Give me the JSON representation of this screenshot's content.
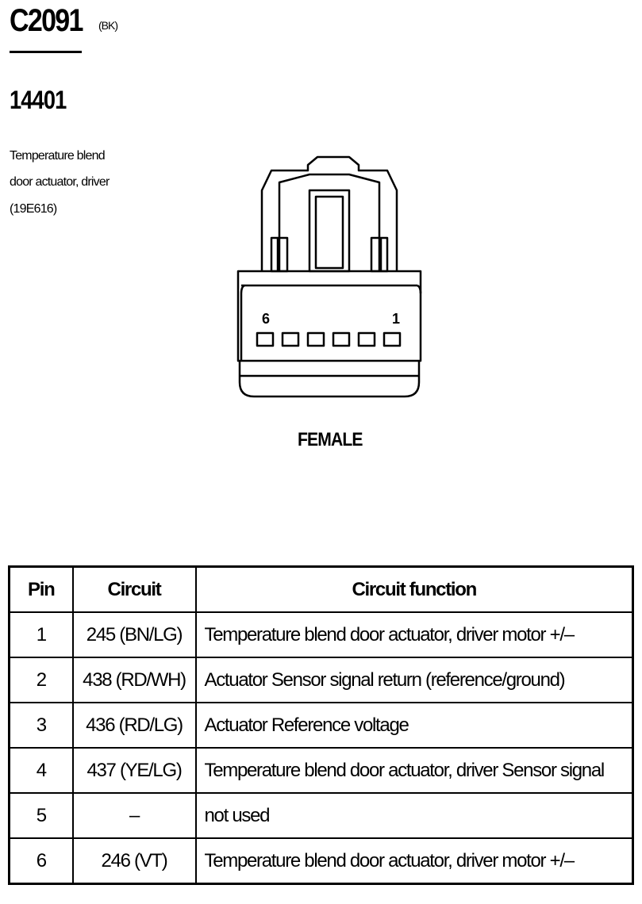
{
  "connector": {
    "id": "C2091",
    "color_code": "(BK)",
    "part_number": "14401",
    "description_lines": [
      "Temperature blend",
      "door actuator, driver",
      "(19E616)"
    ]
  },
  "diagram": {
    "left_pin_label": "6",
    "right_pin_label": "1",
    "gender": "FEMALE"
  },
  "table": {
    "headers": [
      "Pin",
      "Circuit",
      "Circuit function"
    ],
    "rows": [
      {
        "pin": "1",
        "circuit": "245 (BN/LG)",
        "function": "Temperature blend door actuator, driver  motor +/–"
      },
      {
        "pin": "2",
        "circuit": "438 (RD/WH)",
        "function": "Actuator Sensor signal return (reference/ground)"
      },
      {
        "pin": "3",
        "circuit": "436 (RD/LG)",
        "function": "Actuator Reference voltage"
      },
      {
        "pin": "4",
        "circuit": "437 (YE/LG)",
        "function": "Temperature blend door actuator, driver  Sensor signal"
      },
      {
        "pin": "5",
        "circuit": "–",
        "function": "not used"
      },
      {
        "pin": "6",
        "circuit": "246 (VT)",
        "function": "Temperature blend door actuator, driver  motor +/–"
      }
    ]
  }
}
